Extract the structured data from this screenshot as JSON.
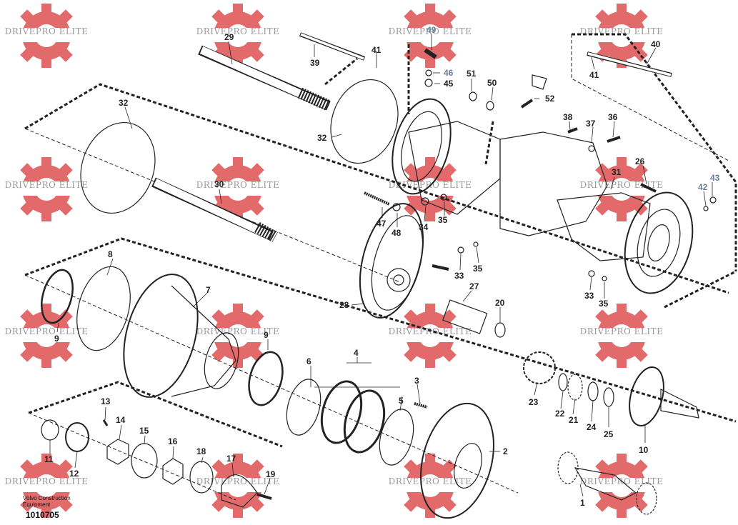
{
  "watermark": {
    "text": "DRIVEPRO ELITE",
    "color": "#e36a6a"
  },
  "footer": {
    "brand_line1": "Volvo Construction",
    "brand_line2": "Equipment",
    "doc_number": "1010705"
  },
  "callouts": {
    "c1": "1",
    "c2": "2",
    "c3": "3",
    "c4": "4",
    "c5": "5",
    "c6": "6",
    "c7": "7",
    "c8": "8",
    "c9a": "9",
    "c9b": "9",
    "c10": "10",
    "c11": "11",
    "c12": "12",
    "c13": "13",
    "c14": "14",
    "c15": "15",
    "c16": "16",
    "c17": "17",
    "c18": "18",
    "c19": "19",
    "c20": "20",
    "c21": "21",
    "c22": "22",
    "c23": "23",
    "c24": "24",
    "c25": "25",
    "c26": "26",
    "c27": "27",
    "c28": "28",
    "c29": "29",
    "c30": "30",
    "c31": "31",
    "c32a": "32",
    "c32b": "32",
    "c33a": "33",
    "c33b": "33",
    "c34": "34",
    "c35a": "35",
    "c35b": "35",
    "c35c": "35",
    "c36": "36",
    "c37": "37",
    "c38": "38",
    "c39": "39",
    "c40": "40",
    "c41a": "41",
    "c41b": "41",
    "c42": "42",
    "c43": "43",
    "c45": "45",
    "c46": "46",
    "c47": "47",
    "c48": "48",
    "c49": "49",
    "c50": "50",
    "c51": "51",
    "c52": "52"
  }
}
